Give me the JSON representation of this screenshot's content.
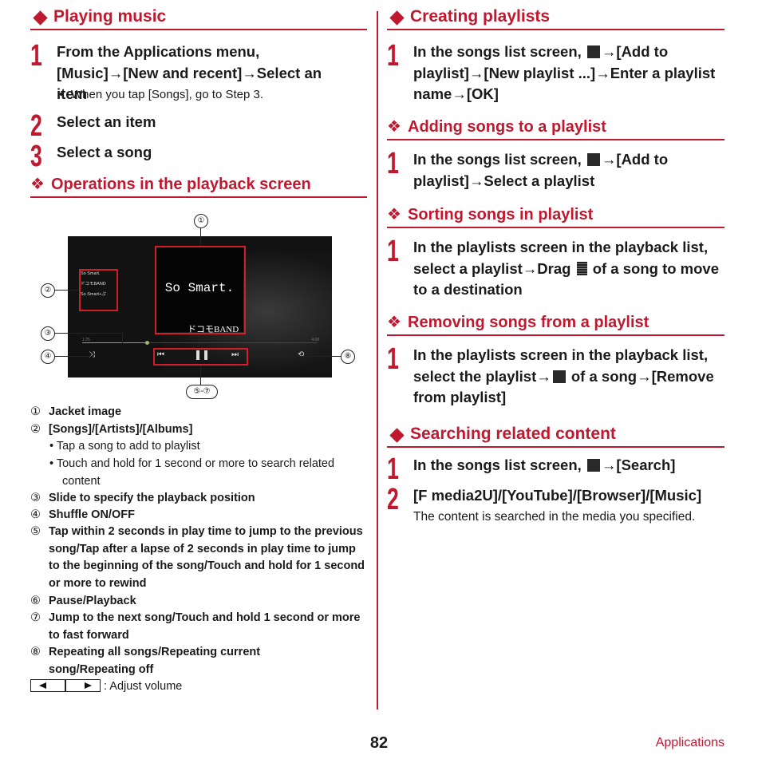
{
  "left": {
    "heading": "Playing music",
    "steps": [
      {
        "num": "1",
        "text": "From the Applications menu, [Music]→[New and recent]→Select an item",
        "note": "When you tap [Songs], go to Step 3."
      },
      {
        "num": "2",
        "text": "Select an item"
      },
      {
        "num": "3",
        "text": "Select a song"
      }
    ],
    "subheading": "Operations in the playback screen"
  },
  "figure": {
    "jacket_title": "So Smart.",
    "jacket_band": "ドコモBAND",
    "list_items": [
      "So Smart.",
      "ドコモBAND",
      "So Smart+ぷ"
    ],
    "time_left": "1:25",
    "time_right": "4:08",
    "callouts": [
      "①",
      "②",
      "③",
      "④",
      "⑤-⑦",
      "⑧"
    ]
  },
  "legend": [
    {
      "num": "①",
      "text": "Jacket image"
    },
    {
      "num": "②",
      "text": "[Songs]/[Artists]/[Albums]",
      "bullets": [
        "Tap a song to add to playlist",
        "Touch and hold for 1 second or more to search related content"
      ]
    },
    {
      "num": "③",
      "text": "Slide to specify the playback position"
    },
    {
      "num": "④",
      "text": "Shuffle ON/OFF"
    },
    {
      "num": "⑤",
      "text": "Tap within 2 seconds in play time to jump to the previous song/Tap after a lapse of 2 seconds in play time to jump to the beginning of the song/Touch and hold for 1 second or more to rewind"
    },
    {
      "num": "⑥",
      "text": "Pause/Playback"
    },
    {
      "num": "⑦",
      "text": "Jump to the next song/Touch and hold 1 second or more to fast forward"
    },
    {
      "num": "⑧",
      "text": "Repeating all songs/Repeating current song/Repeating off"
    }
  ],
  "volume_text": ": Adjust volume",
  "right": {
    "creating": {
      "heading": "Creating playlists",
      "step_a": "In the songs list screen,",
      "step_b": "→[Add to playlist]→[New playlist ...]→Enter a playlist name→[OK]"
    },
    "adding": {
      "heading": "Adding songs to a playlist",
      "step_a": "In the songs list screen,",
      "step_b": "→[Add to playlist]→Select a playlist"
    },
    "sorting": {
      "heading": "Sorting songs in playlist",
      "step_a": "In the playlists screen in the playback list, select a playlist→Drag",
      "step_b": "of a song to move to a destination"
    },
    "removing": {
      "heading": "Removing songs from a playlist",
      "step_a": "In the playlists screen in the playback list, select the playlist→",
      "step_b": "of a song→[Remove from playlist]"
    },
    "searching": {
      "heading": "Searching related content",
      "step1_a": "In the songs list screen,",
      "step1_b": "→[Search]",
      "step2": "[F media2U]/[YouTube]/[Browser]/[Music]",
      "step2_note": "The content is searched in the media you specified."
    }
  },
  "footer": {
    "page": "82",
    "section": "Applications"
  },
  "colors": {
    "accent": "#c0182f",
    "figure_bg": "#121212",
    "callout_box": "#d11e2a"
  }
}
